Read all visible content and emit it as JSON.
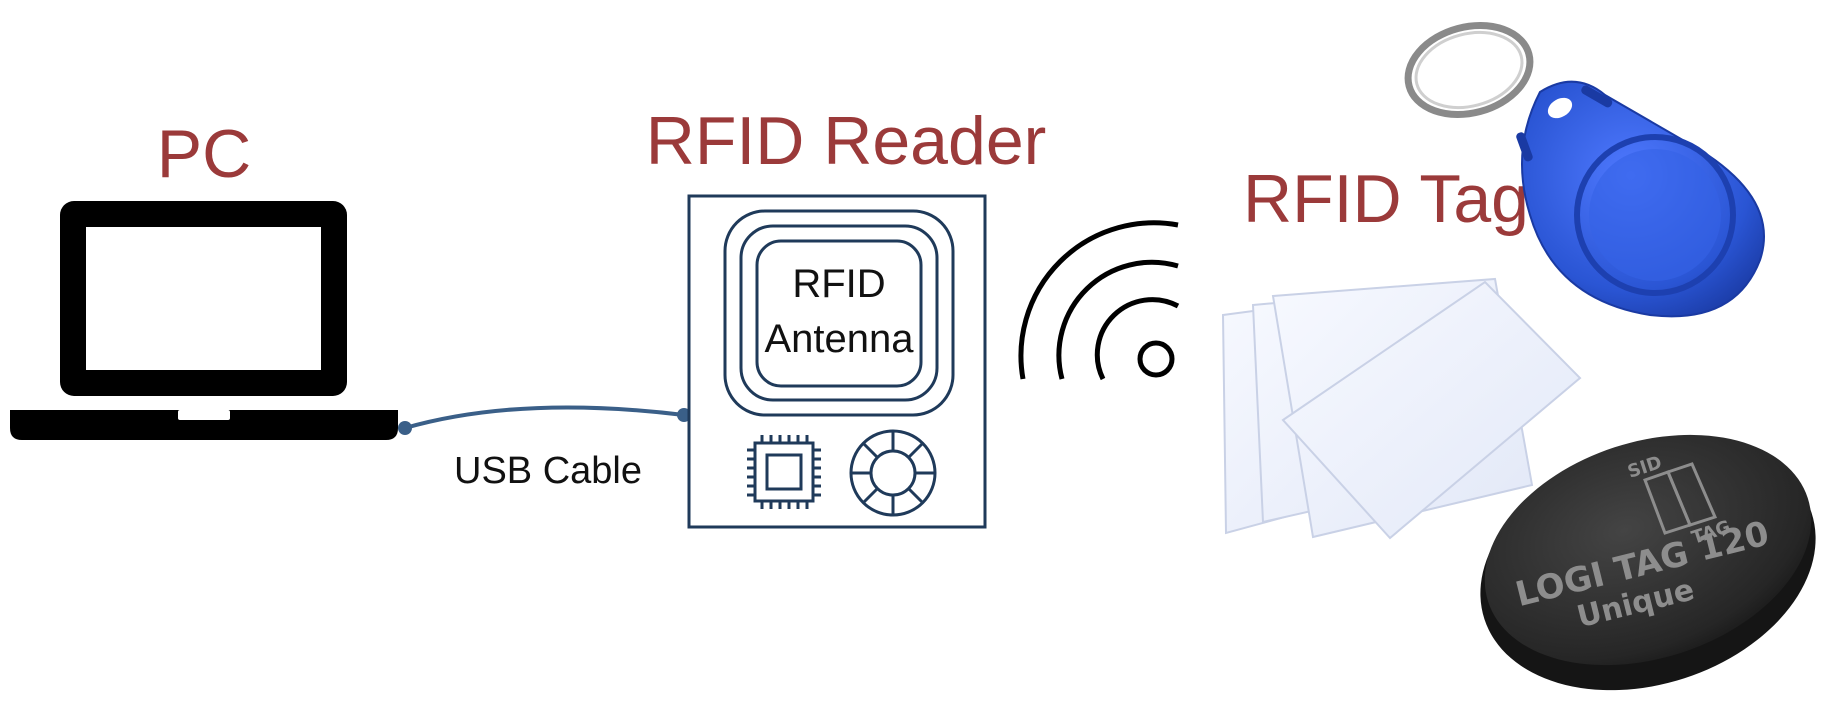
{
  "labels": {
    "pc": "PC",
    "reader": "RFID Reader",
    "tags": "RFID Tags",
    "cable": "USB Cable",
    "antenna_line1": "RFID",
    "antenna_line2": "Antenna"
  },
  "tag_print": {
    "brand_small_1": "SID",
    "brand_small_2": "TAG",
    "line1": "LOGI TAG 120",
    "line2": "Unique"
  },
  "colors": {
    "heading": "#9b3a3a",
    "reader_outline": "#1f3a5a",
    "cable": "#3a5f88",
    "keyfob": "#2a55d4",
    "disc_tag": "#2b2b2b",
    "card": "#edf1fb"
  },
  "icons": {
    "pc": "laptop-icon",
    "chip": "microchip-icon",
    "dial": "dial-icon",
    "signal": "wireless-signal-icon"
  }
}
